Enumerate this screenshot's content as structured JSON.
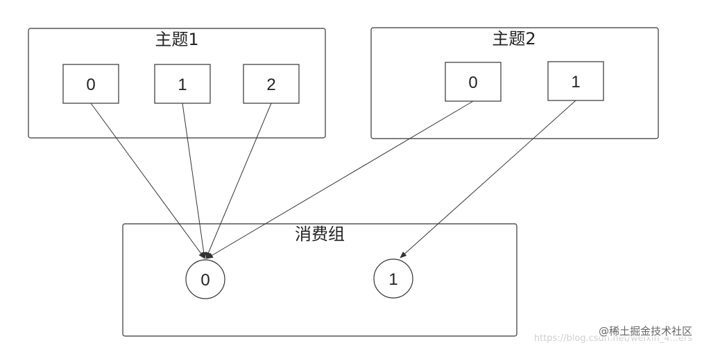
{
  "diagram": {
    "topic1": {
      "title": "主题1",
      "partitions": [
        "0",
        "1",
        "2"
      ]
    },
    "topic2": {
      "title": "主题2",
      "partitions": [
        "0",
        "1"
      ]
    },
    "consumer_group": {
      "title": "消费组",
      "consumers": [
        "0",
        "1"
      ]
    },
    "connections": [
      {
        "from": "topic1.partition.0",
        "to": "consumer.0"
      },
      {
        "from": "topic1.partition.1",
        "to": "consumer.0"
      },
      {
        "from": "topic1.partition.2",
        "to": "consumer.0"
      },
      {
        "from": "topic2.partition.0",
        "to": "consumer.0"
      },
      {
        "from": "topic2.partition.1",
        "to": "consumer.1"
      }
    ]
  },
  "watermark": {
    "url": "https://blog.csdn.net/weixin_4...ers",
    "brand": "@稀土掘金技术社区"
  },
  "colors": {
    "stroke": "#333333",
    "text": "#222222",
    "background": "#ffffff"
  }
}
